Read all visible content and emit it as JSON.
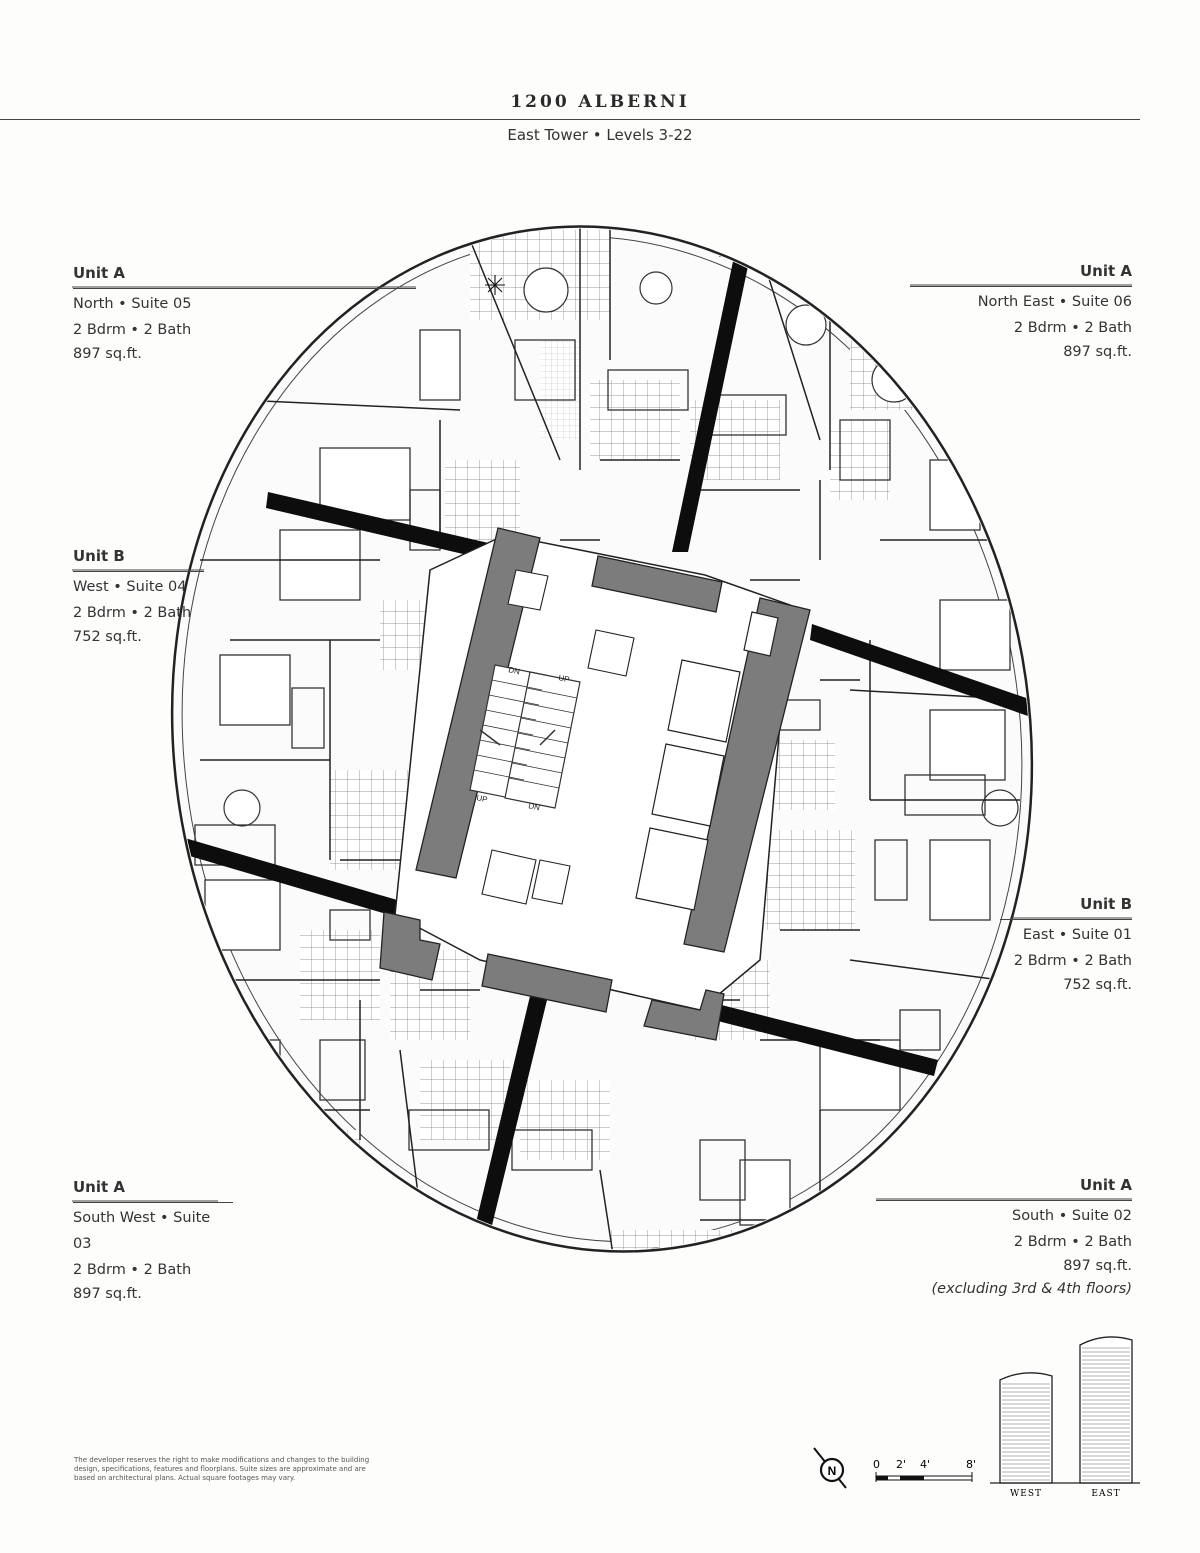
{
  "header": {
    "title": "1200 ALBERNI",
    "subtitle": "East Tower • Levels 3-22"
  },
  "units": [
    {
      "name": "Unit A",
      "location": "North • Suite 05",
      "rooms": "2 Bdrm • 2 Bath",
      "area": "897 sq.ft."
    },
    {
      "name": "Unit A",
      "location": "North East • Suite 06",
      "rooms": "2 Bdrm • 2 Bath",
      "area": "897 sq.ft."
    },
    {
      "name": "Unit B",
      "location": "West • Suite 04",
      "rooms": "2 Bdrm • 2 Bath",
      "area": "752 sq.ft."
    },
    {
      "name": "Unit B",
      "location": "East • Suite 01",
      "rooms": "2 Bdrm • 2 Bath",
      "area": "752 sq.ft."
    },
    {
      "name": "Unit A",
      "location": "South West • Suite 03",
      "rooms": "2 Bdrm • 2 Bath",
      "area": "897 sq.ft."
    },
    {
      "name": "Unit A",
      "location": "South • Suite 02",
      "rooms": "2 Bdrm • 2 Bath",
      "area": "897 sq.ft.",
      "note": "(excluding 3rd & 4th floors)"
    }
  ],
  "core": {
    "stair_labels": [
      "DN",
      "UP",
      "UP",
      "DN"
    ]
  },
  "disclaimer": "The developer reserves the right to make modifications and changes to the building design, specifications, features and floorplans. Suite sizes are approximate and are based on architectural plans. Actual square footages may vary.",
  "north_arrow": {
    "label": "N",
    "icon": "north-arrow-icon"
  },
  "scale": {
    "ticks": [
      "0",
      "2'",
      "4'",
      "8'"
    ]
  },
  "towers": {
    "west_label": "WEST",
    "east_label": "EAST"
  }
}
